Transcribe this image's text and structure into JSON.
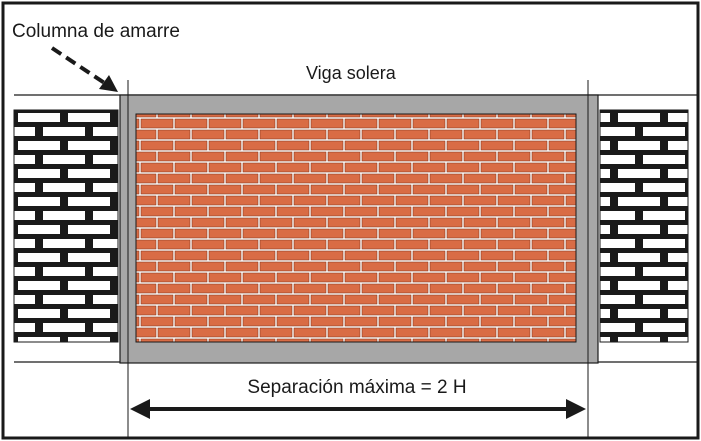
{
  "labels": {
    "column": "Columna de amarre",
    "beam": "Viga solera",
    "separation": "Separación máxima = 2 H"
  },
  "colors": {
    "brick_fill": "#d96c45",
    "brick_mortar": "#ffffff",
    "concrete": "#a7a7a7",
    "outline": "#1a1a1a"
  },
  "icons": {
    "leader": "dashed-arrow-icon",
    "dimension": "double-arrow-icon"
  }
}
